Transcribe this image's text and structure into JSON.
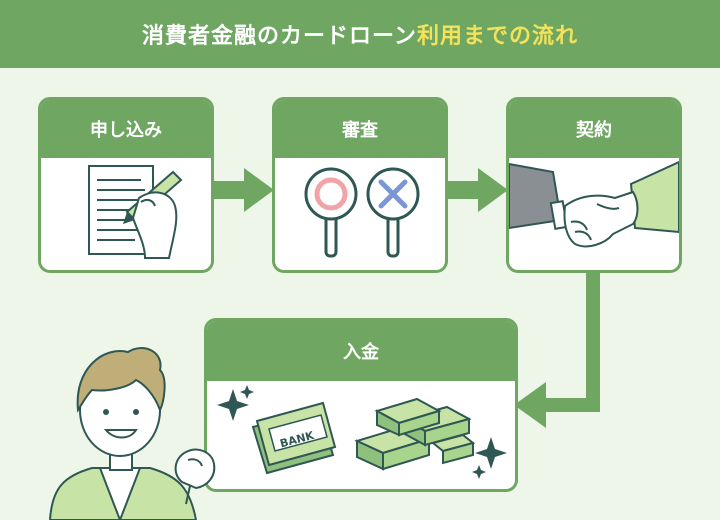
{
  "title": {
    "part1": "消費者金融のカードローン",
    "part2": "利用までの流れ"
  },
  "steps": [
    {
      "label": "申し込み"
    },
    {
      "label": "審査"
    },
    {
      "label": "契約"
    },
    {
      "label": "入金"
    }
  ],
  "bank_book_text": "BANK",
  "colors": {
    "primary_green": "#6ea662",
    "banner_highlight": "#f3e25a",
    "background": "#eef6ea",
    "circle_pink": "#f2a3a6",
    "cross_blue": "#7b96d6",
    "dark_teal": "#2f5753"
  },
  "icons": [
    "application-form-icon",
    "ok-sign-icon",
    "ng-sign-icon",
    "handshake-icon",
    "bankbook-icon",
    "money-stack-icon",
    "sparkle-icon",
    "person-icon"
  ]
}
